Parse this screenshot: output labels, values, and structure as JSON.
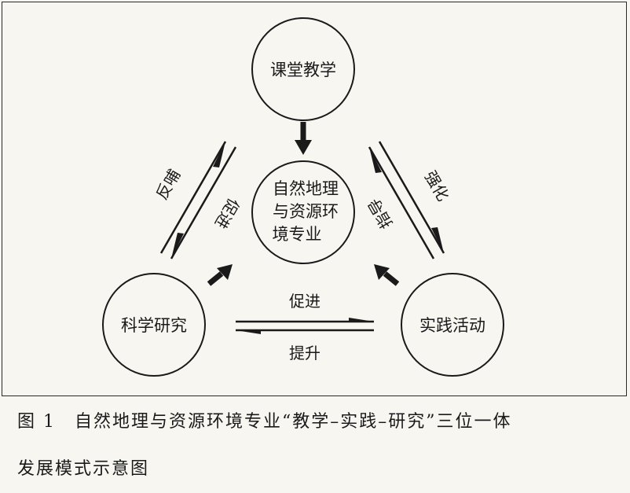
{
  "nodes": {
    "top": "课堂教学",
    "center_line1": "自然地理",
    "center_line2": "与资源环",
    "center_line3": "境专业",
    "left": "科学研究",
    "right": "实践活动"
  },
  "edge_labels": {
    "left_outer": "反哺",
    "left_inner": "促进",
    "right_outer": "强化",
    "right_inner": "指导",
    "bottom_top": "促进",
    "bottom_bottom": "提升"
  },
  "caption": {
    "line1": "图 1　自然地理与资源环境专业“教学–实践–研究”三位一体",
    "line2": "发展模式示意图"
  }
}
